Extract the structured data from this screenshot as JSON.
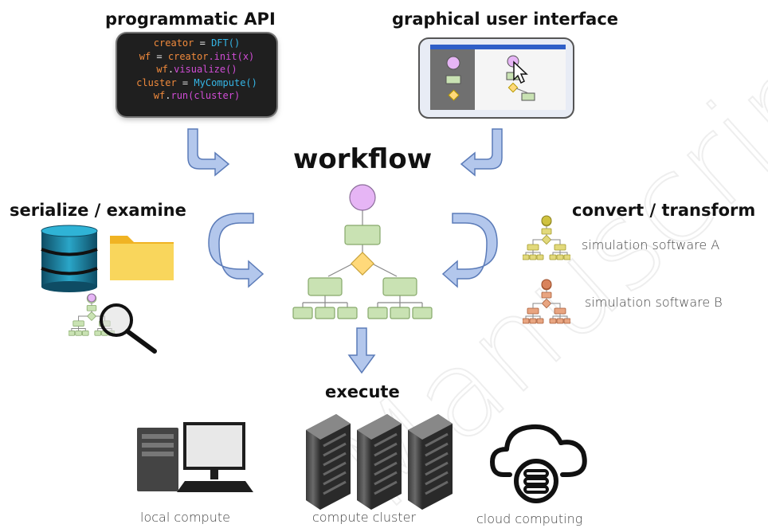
{
  "headings": {
    "programmatic_api": "programmatic API",
    "graphical_ui": "graphical user interface",
    "workflow": "workflow",
    "serialize": "serialize / examine",
    "convert": "convert / transform",
    "execute": "execute"
  },
  "code_lines": [
    {
      "a": "creator",
      "b": " = ",
      "c": "DFT",
      "d": "()",
      "e": ""
    },
    {
      "a": "wf",
      "b": " = ",
      "c": "creator",
      "d": ".init(",
      "e": "x)"
    },
    {
      "a": "wf",
      "b": ".",
      "c": "visualize",
      "d": "()",
      "e": ""
    },
    {
      "a": "cluster",
      "b": " = ",
      "c": "MyCompute",
      "d": "()",
      "e": ""
    },
    {
      "a": "wf",
      "b": ".",
      "c": "run",
      "d": "(cluster)",
      "e": ""
    }
  ],
  "software_labels": {
    "a": "simulation software A",
    "b": "simulation software B"
  },
  "compute_labels": {
    "local": "local compute",
    "cluster": "compute cluster",
    "cloud": "cloud computing"
  },
  "watermark": "Manuscript",
  "colors": {
    "arrow_fill": "#b3c7ec",
    "arrow_stroke": "#5b7bb8",
    "node_green": "#c9e2b3",
    "node_green_stroke": "#86a86a",
    "node_purple": "#e6b5f5",
    "node_diamond": "#ffd97a",
    "yellow_tree": "#cfc23f",
    "orange_tree": "#d9835c"
  }
}
